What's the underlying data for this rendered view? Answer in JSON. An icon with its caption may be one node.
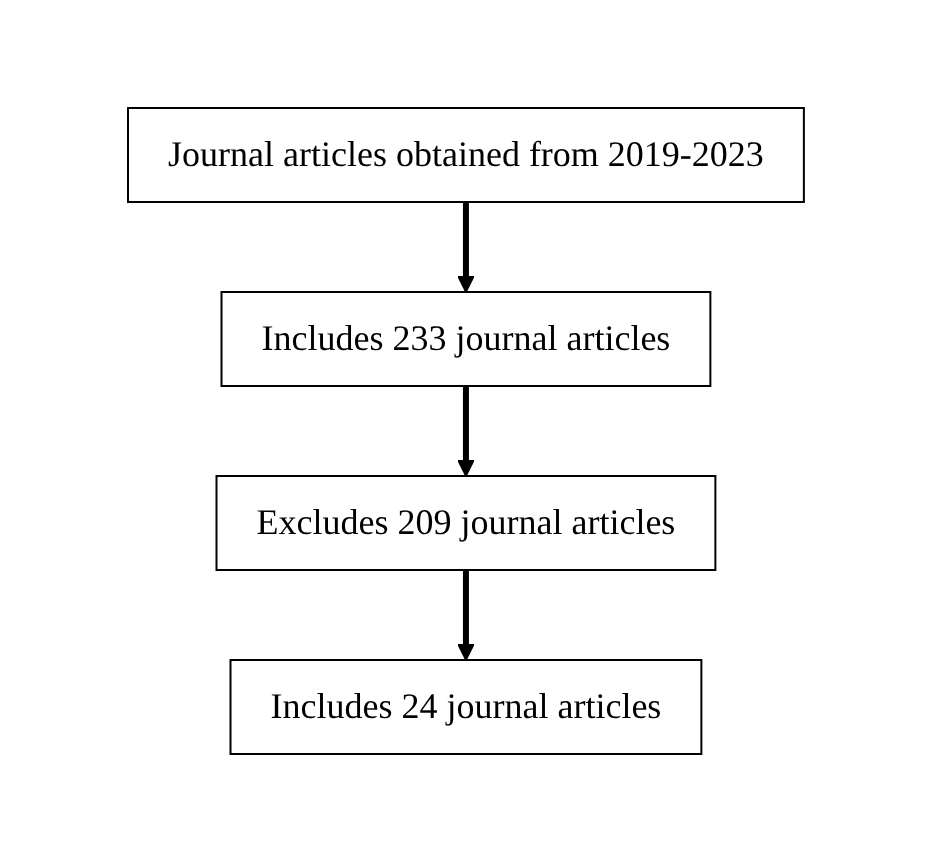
{
  "diagram": {
    "nodes": [
      {
        "text": [
          "Journal articles obtained from 2019-2023"
        ]
      },
      {
        "text": [
          "Includes 233 journal articles"
        ]
      },
      {
        "text": [
          "Excludes 209 journal articles"
        ]
      },
      {
        "text": [
          "Includes 24 journal articles"
        ]
      }
    ],
    "edges": [
      {
        "from": 0,
        "to": 1,
        "arrow": "to"
      },
      {
        "from": 1,
        "to": 2,
        "arrow": "to"
      },
      {
        "from": 2,
        "to": 3,
        "arrow": "to"
      }
    ]
  }
}
